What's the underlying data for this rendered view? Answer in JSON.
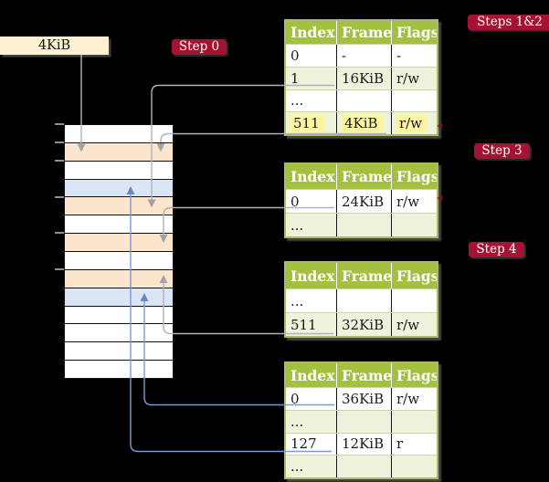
{
  "page_size_box": {
    "label": "4KiB"
  },
  "step_labels": {
    "step0": "Step 0",
    "steps12": "Steps 1&2",
    "step3": "Step 3",
    "step4": "Step 4"
  },
  "memory_column": {
    "description": "physical memory, one row per 4KiB frame, address 0 at top",
    "rows": [
      "free",
      "page-table",
      "free",
      "mapped-page",
      "page-table",
      "free",
      "page-table",
      "free",
      "page-table",
      "mapped-page",
      "free",
      "free",
      "free",
      "free"
    ],
    "tick_addresses_kib": [
      0,
      4,
      8,
      16,
      24,
      32
    ]
  },
  "tables": [
    {
      "name": "page-table-steps-1-2",
      "headers": [
        "Index",
        "Frame",
        "Flags"
      ],
      "rows": [
        {
          "cells": [
            "0",
            "-",
            "-"
          ],
          "shaded": false,
          "highlight": false
        },
        {
          "cells": [
            "1",
            "16KiB",
            "r/w"
          ],
          "shaded": true,
          "highlight": false
        },
        {
          "cells": [
            "...",
            "",
            ""
          ],
          "shaded": false,
          "highlight": false
        },
        {
          "cells": [
            "511",
            "4KiB",
            "r/w"
          ],
          "shaded": true,
          "highlight": true
        }
      ]
    },
    {
      "name": "page-table-step-3",
      "headers": [
        "Index",
        "Frame",
        "Flags"
      ],
      "rows": [
        {
          "cells": [
            "0",
            "24KiB",
            "r/w"
          ],
          "shaded": false,
          "highlight": false
        },
        {
          "cells": [
            "...",
            "",
            ""
          ],
          "shaded": true,
          "highlight": false
        }
      ]
    },
    {
      "name": "page-table-step-4",
      "headers": [
        "Index",
        "Frame",
        "Flags"
      ],
      "rows": [
        {
          "cells": [
            "...",
            "",
            ""
          ],
          "shaded": false,
          "highlight": false
        },
        {
          "cells": [
            "511",
            "32KiB",
            "r/w"
          ],
          "shaded": true,
          "highlight": false
        }
      ]
    },
    {
      "name": "page-table-final",
      "headers": [
        "Index",
        "Frame",
        "Flags"
      ],
      "rows": [
        {
          "cells": [
            "0",
            "36KiB",
            "r/w"
          ],
          "shaded": false,
          "highlight": false
        },
        {
          "cells": [
            "...",
            "",
            ""
          ],
          "shaded": true,
          "highlight": false
        },
        {
          "cells": [
            "127",
            "12KiB",
            "r"
          ],
          "shaded": false,
          "highlight": false
        },
        {
          "cells": [
            "...",
            "",
            ""
          ],
          "shaded": true,
          "highlight": false
        }
      ]
    }
  ],
  "connections": [
    {
      "from": "4KiB label",
      "to": "memory frame 4KiB (row 2)",
      "color": "gray"
    },
    {
      "from": "table1 index 1 → 16KiB",
      "to": "memory frame 16KiB (row 5)",
      "color": "gray"
    },
    {
      "from": "table1 index 511 → 4KiB",
      "to": "memory frame 4KiB (row 2)",
      "color": "gray"
    },
    {
      "from": "table2 index 0 → 24KiB",
      "to": "memory frame 24KiB (row 7)",
      "color": "gray"
    },
    {
      "from": "table3 index 511 → 32KiB",
      "to": "memory frame 32KiB (row 9)",
      "color": "blue"
    },
    {
      "from": "table4 index 0 → 36KiB",
      "to": "memory frame 36KiB (row 10)",
      "color": "blue"
    },
    {
      "from": "table4 index 127 → 12KiB",
      "to": "memory frame 12KiB (row 4)",
      "color": "blue"
    }
  ],
  "colors": {
    "background": "#000000",
    "step_label_bg": "#a61332",
    "table_header_bg": "#a3c13f",
    "table_row_shaded": "#eef3dc",
    "table_row_plain": "#ffffff",
    "table_border": "#a9bd66",
    "highlight": "#fdf5a1",
    "memory_page_table": "#fce5cd",
    "memory_mapped_page": "#dae5f5",
    "memory_free": "#ffffff",
    "page_size_box_bg": "#fcf2d1",
    "gray_connector": "#b2b0ba",
    "blue_connector": "#7d9ad0"
  }
}
